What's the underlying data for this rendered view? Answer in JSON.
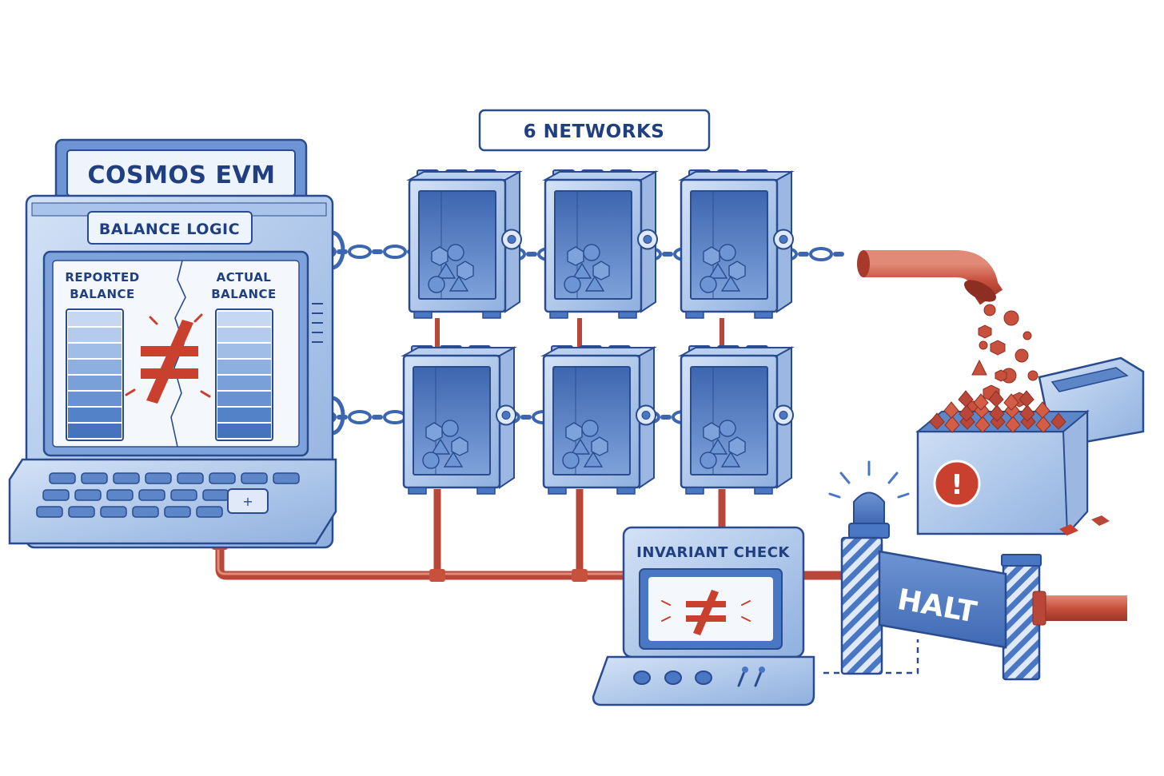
{
  "networks": {
    "label": "6 NETWORKS",
    "count": 6
  },
  "machine": {
    "title": "COSMOS EVM",
    "subtitle": "BALANCE LOGIC",
    "left_line1": "REPORTED",
    "left_line2": "BALANCE",
    "right_line1": "ACTUAL",
    "right_line2": "BALANCE",
    "mismatch_symbol": "≠"
  },
  "invariant": {
    "title": "INVARIANT CHECK",
    "symbol": "≠"
  },
  "halt": {
    "label": "HALT"
  },
  "alert_symbol": "!",
  "colors": {
    "ink": "#1f3f80",
    "blue": "#4a77c4",
    "blue_light": "#c6d8f1",
    "red": "#c9402e",
    "pipe_red": "#c8513e"
  }
}
